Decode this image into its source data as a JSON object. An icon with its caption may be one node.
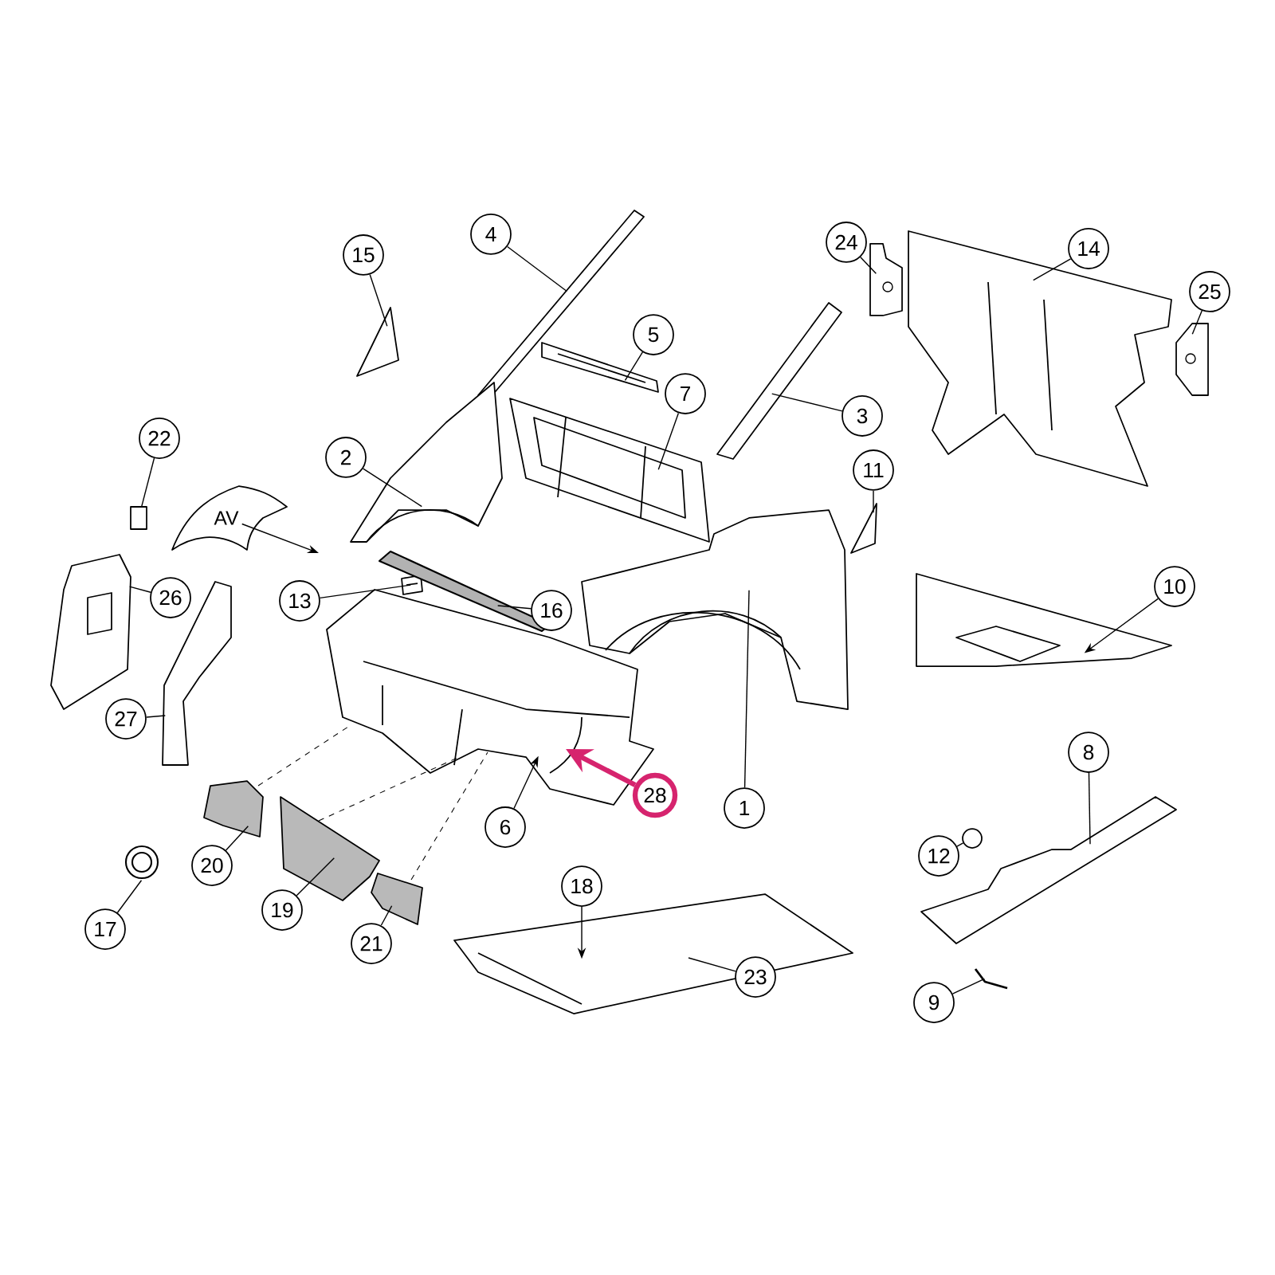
{
  "diagram": {
    "nodes": [
      {
        "text": [
          "4"
        ]
      },
      {
        "text": [
          "15"
        ]
      },
      {
        "text": [
          "22"
        ]
      },
      {
        "text": [
          "2"
        ]
      },
      {
        "text": [
          "AV"
        ]
      },
      {
        "text": [
          "26"
        ]
      },
      {
        "text": [
          "13"
        ]
      },
      {
        "text": [
          "16"
        ]
      },
      {
        "text": [
          "27"
        ]
      },
      {
        "text": [
          "5"
        ]
      },
      {
        "text": [
          "7"
        ]
      },
      {
        "text": [
          "3"
        ]
      },
      {
        "text": [
          "24"
        ]
      },
      {
        "text": [
          "14"
        ]
      },
      {
        "text": [
          "25"
        ]
      },
      {
        "text": [
          "11"
        ]
      },
      {
        "text": [
          "10"
        ]
      },
      {
        "text": [
          "8"
        ]
      },
      {
        "text": [
          "12"
        ]
      },
      {
        "text": [
          "1"
        ]
      },
      {
        "text": [
          "28"
        ]
      },
      {
        "text": [
          "6"
        ]
      },
      {
        "text": [
          "20"
        ]
      },
      {
        "text": [
          "19"
        ]
      },
      {
        "text": [
          "21"
        ]
      },
      {
        "text": [
          "17"
        ]
      },
      {
        "text": [
          "18"
        ]
      },
      {
        "text": [
          "23"
        ]
      },
      {
        "text": [
          "9"
        ]
      },
      {
        "text": [],
        "shape": "picture"
      },
      {
        "text": [],
        "shape": "picture"
      },
      {
        "text": [],
        "shape": "box"
      },
      {
        "text": [],
        "shape": "picture"
      },
      {
        "text": [],
        "shape": "picture"
      },
      {
        "text": [],
        "shape": "picture"
      },
      {
        "text": [],
        "shape": "picture"
      },
      {
        "text": [],
        "shape": "picture"
      },
      {
        "text": [],
        "shape": "picture"
      },
      {
        "text": [],
        "shape": "picture"
      },
      {
        "text": [],
        "shape": "picture"
      },
      {
        "text": [],
        "shape": "picture"
      },
      {
        "text": [],
        "shape": "picture"
      },
      {
        "text": [],
        "shape": "picture"
      },
      {
        "text": [],
        "shape": "picture"
      },
      {
        "text": [],
        "shape": "picture"
      },
      {
        "text": [],
        "shape": "picture"
      },
      {
        "text": [],
        "shape": "circle"
      },
      {
        "text": [],
        "shape": "picture"
      },
      {
        "text": [],
        "shape": "picture"
      },
      {
        "text": [],
        "shape": "picture"
      },
      {
        "text": [],
        "shape": "picture"
      },
      {
        "text": [],
        "shape": "picture"
      },
      {
        "text": [],
        "shape": "picture"
      },
      {
        "text": [],
        "shape": "picture"
      },
      {
        "text": [],
        "shape": "picture"
      }
    ],
    "edges": [
      {
        "from": 0,
        "to": 29,
        "arrow": "none"
      },
      {
        "from": 1,
        "to": 30,
        "arrow": "none"
      },
      {
        "from": 2,
        "to": 31,
        "arrow": "none"
      },
      {
        "from": 3,
        "to": 32,
        "arrow": "none"
      },
      {
        "from": 4,
        "to": null,
        "arrow": "to"
      },
      {
        "from": 5,
        "to": 33,
        "arrow": "none"
      },
      {
        "from": 6,
        "to": 34,
        "arrow": "none"
      },
      {
        "from": 7,
        "to": 35,
        "arrow": "none"
      },
      {
        "from": 8,
        "to": 36,
        "arrow": "none"
      },
      {
        "from": 9,
        "to": 37,
        "arrow": "none"
      },
      {
        "from": 10,
        "to": 38,
        "arrow": "none"
      },
      {
        "from": 11,
        "to": 39,
        "arrow": "none"
      },
      {
        "from": 12,
        "to": 40,
        "arrow": "none"
      },
      {
        "from": 13,
        "to": 41,
        "arrow": "none"
      },
      {
        "from": 14,
        "to": 42,
        "arrow": "none"
      },
      {
        "from": 15,
        "to": 43,
        "arrow": "none"
      },
      {
        "from": 16,
        "to": 44,
        "arrow": "to"
      },
      {
        "from": 17,
        "to": 45,
        "arrow": "none"
      },
      {
        "from": 18,
        "to": 46,
        "arrow": "none"
      },
      {
        "from": 19,
        "to": 47,
        "arrow": "none"
      },
      {
        "from": 20,
        "to": 48,
        "arrow": "to",
        "style": "thick",
        "color": "#d6246e"
      },
      {
        "from": 21,
        "to": 48,
        "arrow": "to"
      },
      {
        "from": 22,
        "to": 49,
        "arrow": "none"
      },
      {
        "from": 23,
        "to": 50,
        "arrow": "none"
      },
      {
        "from": 24,
        "to": 51,
        "arrow": "none"
      },
      {
        "from": 25,
        "to": 52,
        "arrow": "none"
      },
      {
        "from": 26,
        "to": 53,
        "arrow": "to"
      },
      {
        "from": 27,
        "to": 53,
        "arrow": "none"
      },
      {
        "from": 28,
        "to": 54,
        "arrow": "none"
      },
      {
        "from": 49,
        "to": 48,
        "arrow": "none",
        "style": "dashed"
      },
      {
        "from": 50,
        "to": 48,
        "arrow": "none",
        "style": "dashed"
      },
      {
        "from": 51,
        "to": 48,
        "arrow": "none",
        "style": "dashed"
      }
    ]
  }
}
